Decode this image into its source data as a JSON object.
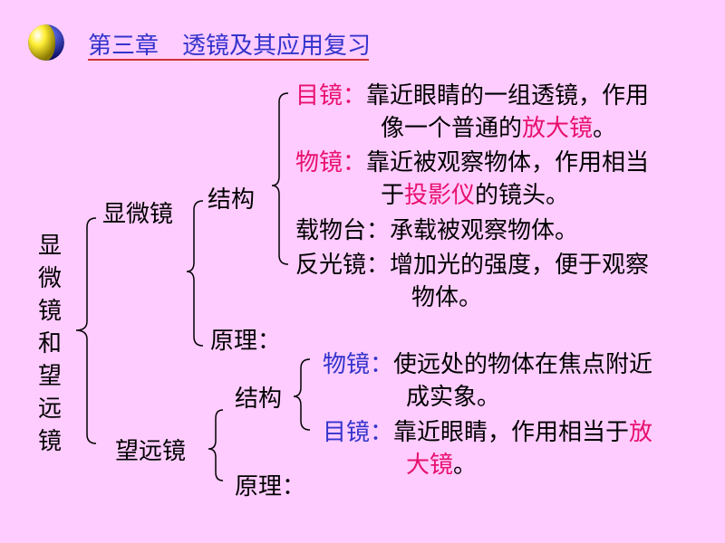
{
  "title": "第三章　透镜及其应用复习",
  "root_label": "显微镜和望远镜",
  "microscope": {
    "label": "显微镜",
    "structure_label": "结构",
    "principle_label": "原理：",
    "eyepiece": {
      "name": "目镜：",
      "line1_pre": "靠近眼睛的一组透镜，作用",
      "line2_pre": "像一个普通的",
      "line2_highlight": "放大镜",
      "line2_post": "。"
    },
    "objective": {
      "name": "物镜：",
      "line1_pre": "靠近被观察物体，作用相当",
      "line2_pre": "于",
      "line2_highlight": "投影仪",
      "line2_post": "的镜头。"
    },
    "stage": "载物台：承载被观察物体。",
    "mirror": {
      "line1": "反光镜：增加光的强度，便于观察",
      "line2": "物体。"
    }
  },
  "telescope": {
    "label": "望远镜",
    "structure_label": "结构",
    "principle_label": "原理：",
    "objective": {
      "name": "物镜：",
      "line1": "使远处的物体在焦点附近",
      "line2": "成实象。"
    },
    "eyepiece": {
      "name": "目镜：",
      "line1_pre": "靠近眼睛，作用相当于",
      "line1_highlight": "放",
      "line2_highlight": "大镜",
      "line2_post": "。"
    }
  },
  "colors": {
    "background": "#FFCCFF",
    "title": "#3333CC",
    "highlight_pink": "#E8106E",
    "highlight_blue": "#3333CC",
    "underline": "#CC3333"
  },
  "icons": [
    "globe-icon"
  ]
}
